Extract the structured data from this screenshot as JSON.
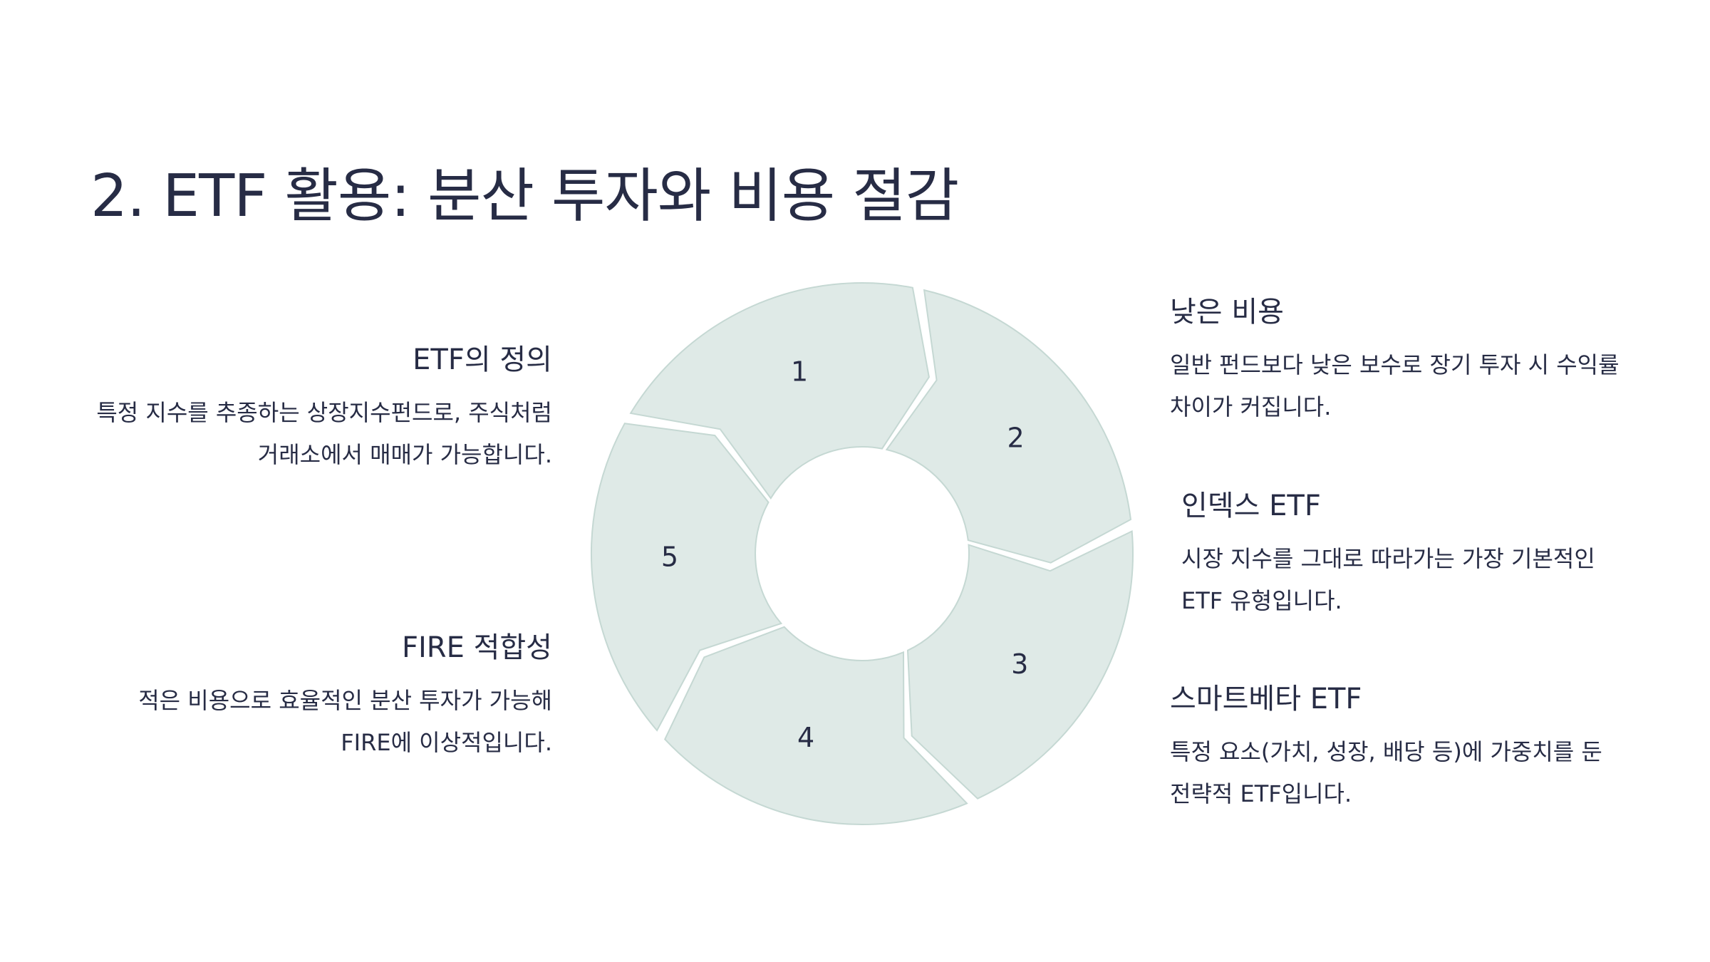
{
  "title": "2. ETF 활용: 분산 투자와 비용 절감",
  "cycle": {
    "fill_color": "#dfeae7",
    "stroke_color": "#c5d8d3",
    "segments": [
      "1",
      "2",
      "3",
      "4",
      "5"
    ]
  },
  "left_blocks": [
    {
      "heading": "ETF의 정의",
      "text": "특정 지수를 추종하는 상장지수펀드로, 주식처럼 거래소에서 매매가 가능합니다."
    },
    {
      "heading": "FIRE 적합성",
      "text": "적은 비용으로 효율적인 분산 투자가 가능해 FIRE에 이상적입니다."
    }
  ],
  "right_blocks": [
    {
      "heading": "낮은 비용",
      "text": "일반 펀드보다 낮은 보수로 장기 투자 시 수익률 차이가 커집니다."
    },
    {
      "heading": "인덱스 ETF",
      "text": "시장 지수를 그대로 따라가는 가장 기본적인 ETF 유형입니다."
    },
    {
      "heading": "스마트베타 ETF",
      "text": "특정 요소(가치, 성장, 배당 등)에 가중치를 둔 전략적 ETF입니다."
    }
  ]
}
